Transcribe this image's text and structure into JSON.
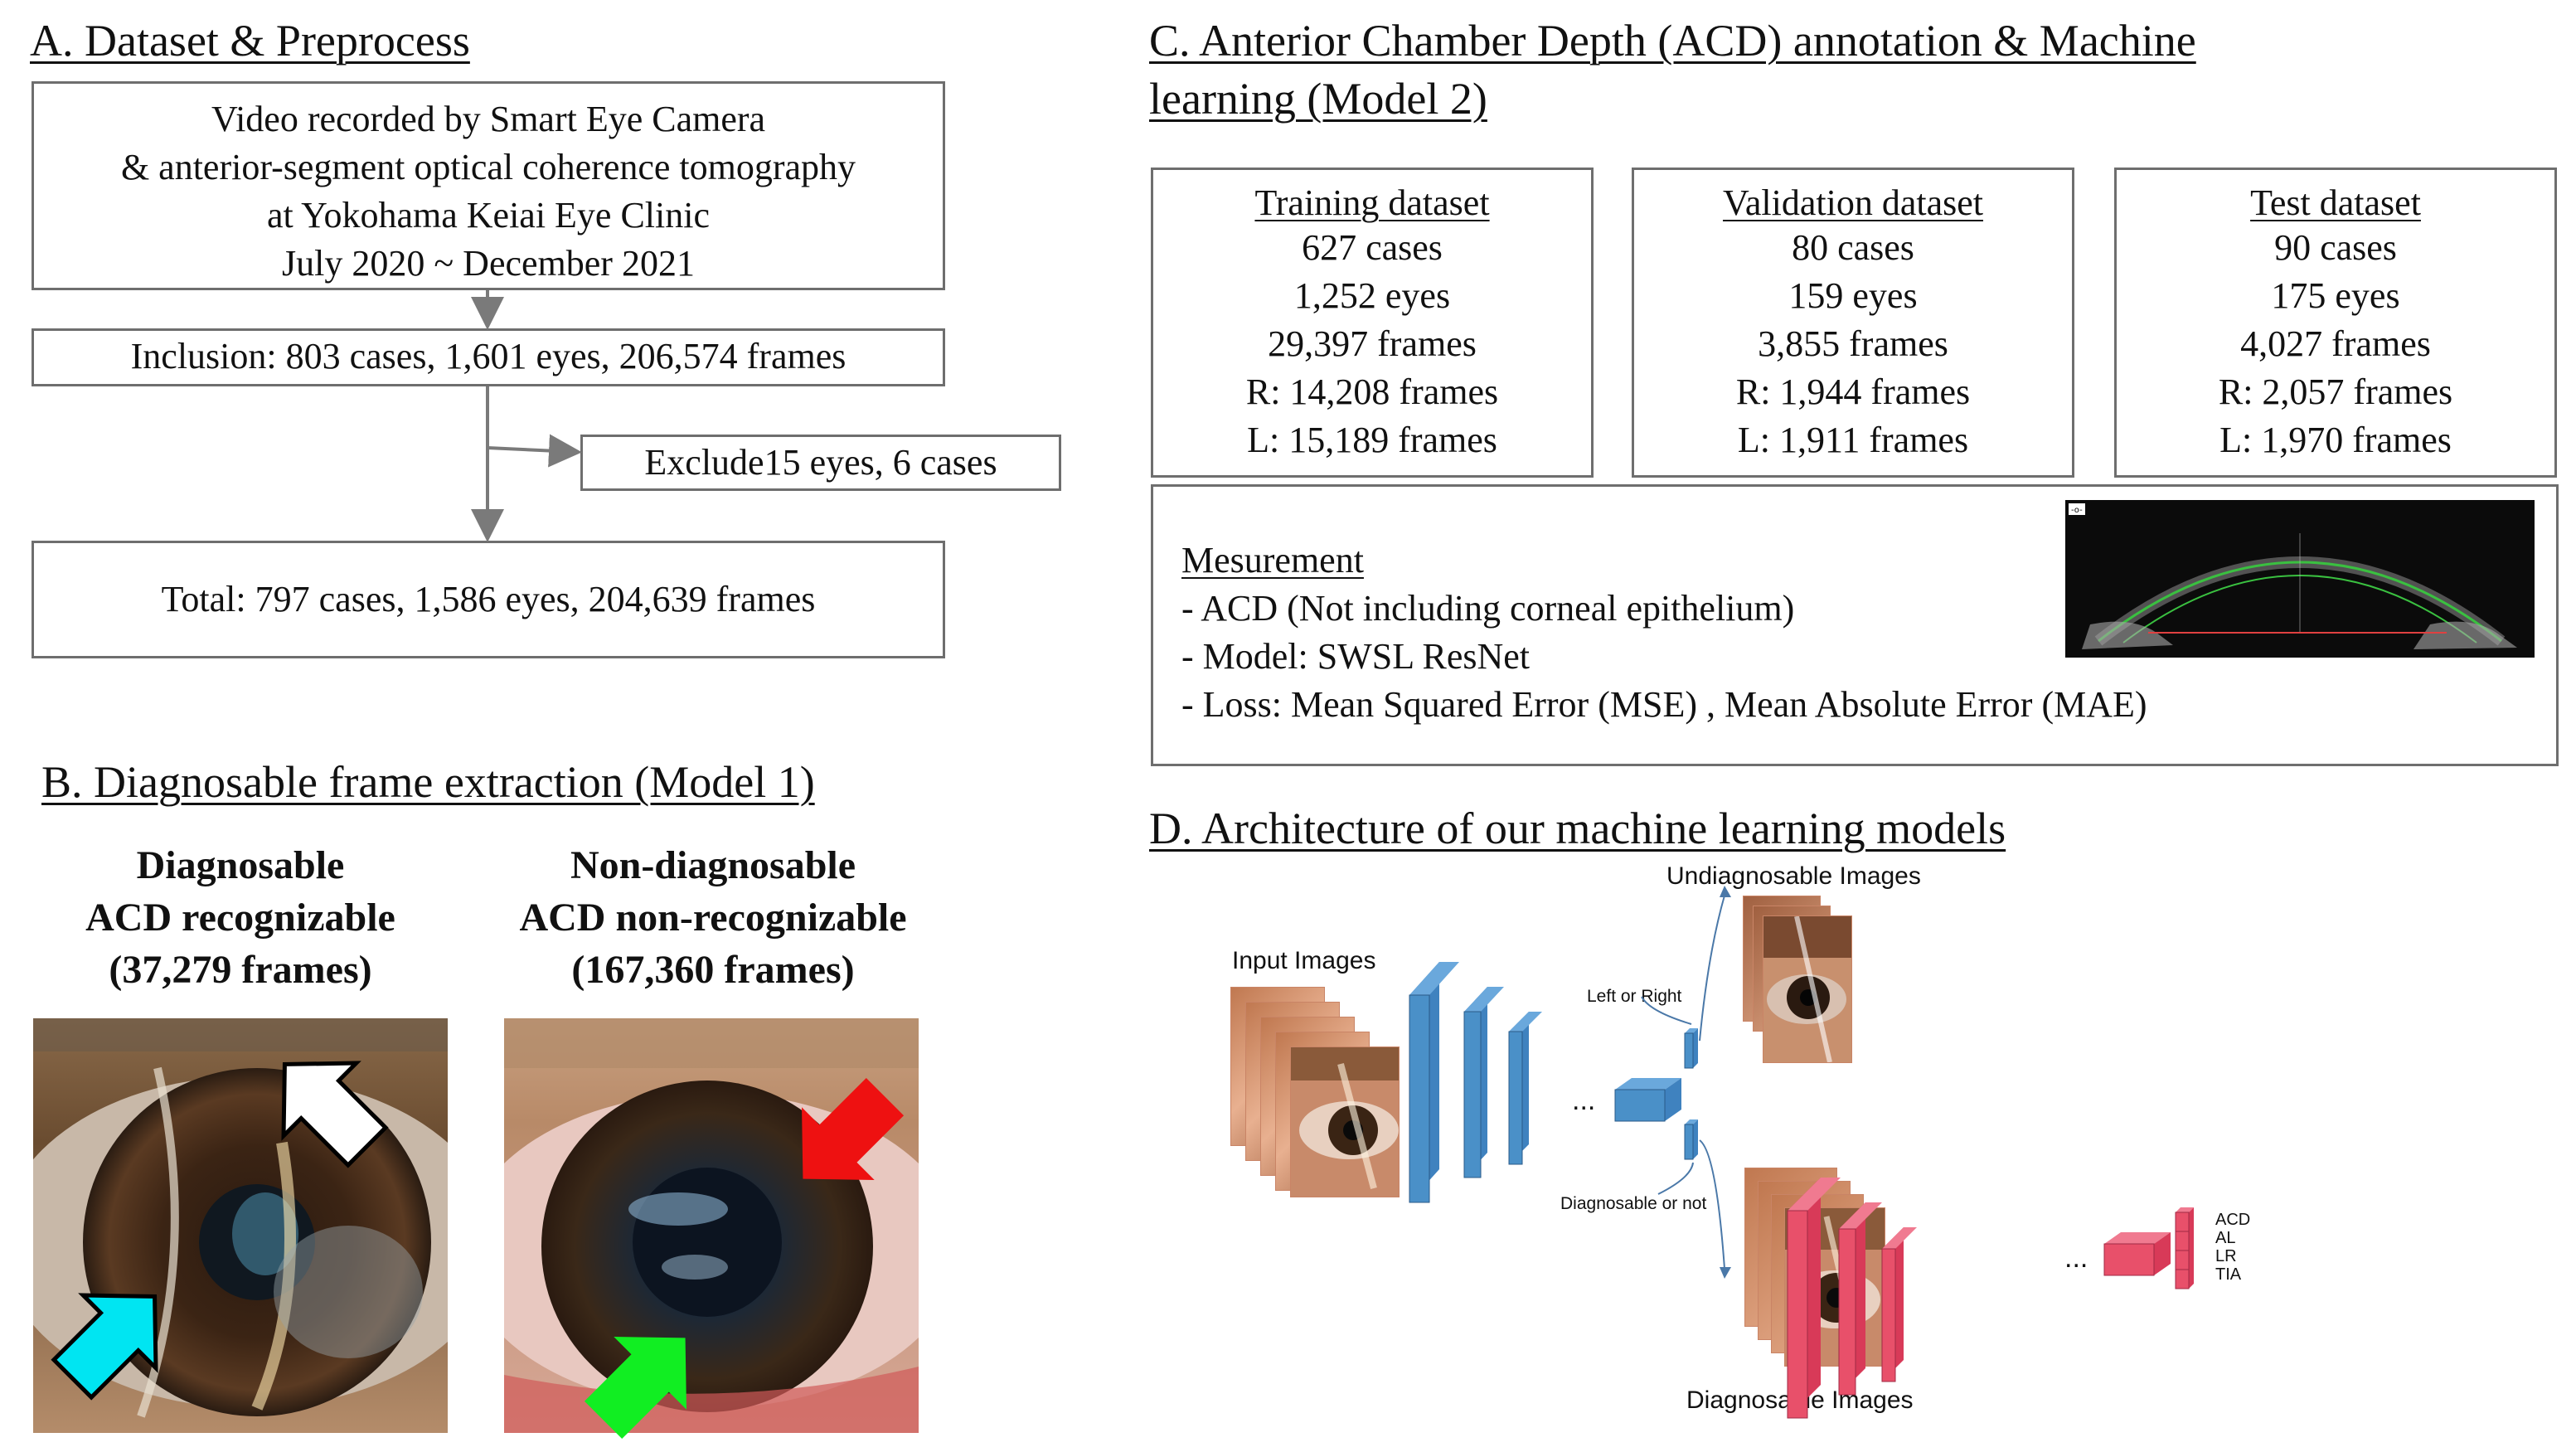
{
  "sectionA": {
    "title": "A. Dataset & Preprocess",
    "source_lines": [
      "Video recorded by Smart Eye Camera",
      "& anterior-segment optical coherence tomography",
      "at Yokohama Keiai Eye Clinic",
      "July 2020 ~ December 2021"
    ],
    "inclusion": "Inclusion: 803 cases, 1,601 eyes, 206,574 frames",
    "exclude": "Exclude15 eyes, 6 cases",
    "total": "Total: 797 cases, 1,586 eyes, 204,639 frames"
  },
  "sectionB": {
    "title": "B. Diagnosable frame extraction (Model 1)",
    "left_head": [
      "Diagnosable",
      "ACD recognizable",
      "(37,279 frames)"
    ],
    "right_head": [
      "Non-diagnosable",
      "ACD non-recognizable",
      "(167,360 frames)"
    ],
    "arrow_colors": {
      "white": "#ffffff",
      "cyan": "#00e5f2",
      "red": "#ee1111",
      "green": "#11ee22"
    }
  },
  "sectionC": {
    "title_line1": "C. Anterior Chamber Depth (ACD) annotation & Machine",
    "title_line2": "learning (Model 2)",
    "datasets": [
      {
        "title": "Training dataset",
        "lines": [
          "627 cases",
          "1,252 eyes",
          "29,397 frames",
          "R: 14,208 frames",
          "L: 15,189 frames"
        ]
      },
      {
        "title": "Validation dataset",
        "lines": [
          "80 cases",
          "159 eyes",
          "3,855 frames",
          "R: 1,944 frames",
          "L: 1,911 frames"
        ]
      },
      {
        "title": "Test dataset",
        "lines": [
          "90 cases",
          "175 eyes",
          "4,027 frames",
          "R: 2,057 frames",
          "L: 1,970 frames"
        ]
      }
    ],
    "measurement": {
      "heading": "Mesurement",
      "items": [
        "- ACD (Not including corneal epithelium)",
        "- Model: SWSL ResNet",
        "- Loss: Mean Squared Error (MSE) , Mean Absolute Error (MAE)"
      ]
    }
  },
  "sectionD": {
    "title": "D. Architecture of our machine learning models",
    "input_label": "Input Images",
    "undiag_label": "Undiagnosable Images",
    "diag_label": "Diagnosable Images",
    "left_right_label": "Left or Right",
    "diag_or_not_label": "Diagnosable or not",
    "ellipsis": "...",
    "outputs": [
      "ACD",
      "AL",
      "LR",
      "TIA"
    ],
    "colors": {
      "blue": "#4a90c8",
      "pink": "#e8506a"
    }
  }
}
